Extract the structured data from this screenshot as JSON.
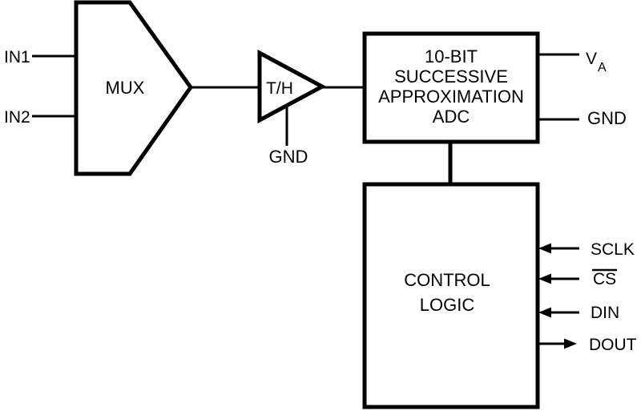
{
  "colors": {
    "background": "#ffffff",
    "stroke": "#000000",
    "text": "#000000"
  },
  "mux": {
    "label": "MUX",
    "inputs": [
      "IN1",
      "IN2"
    ]
  },
  "track_hold": {
    "label": "T/H",
    "ground_label": "GND"
  },
  "adc": {
    "lines": [
      "10-BIT",
      "SUCCESSIVE",
      "APPROXIMATION",
      "ADC"
    ],
    "supply_label_main": "V",
    "supply_label_sub": "A",
    "ground_label": "GND"
  },
  "control": {
    "lines": [
      "CONTROL",
      "LOGIC"
    ],
    "signals": {
      "sclk": "SCLK",
      "cs": "CS",
      "din": "DIN",
      "dout": "DOUT"
    }
  }
}
